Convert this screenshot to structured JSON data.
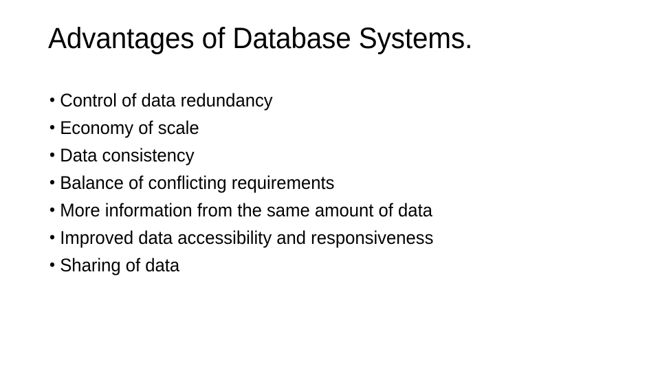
{
  "slide": {
    "title": "Advantages of Database Systems.",
    "background_color": "#FFFFFF",
    "text_color": "#000000",
    "bullet_glyph": "•",
    "bullets": [
      {
        "text": "Control of data redundancy"
      },
      {
        "text": "Economy of scale"
      },
      {
        "text": "Data consistency"
      },
      {
        "text": "Balance of conflicting requirements"
      },
      {
        "text": "More information from the same amount of data"
      },
      {
        "text": "Improved data accessibility and responsiveness"
      },
      {
        "text": "Sharing of data"
      }
    ]
  }
}
